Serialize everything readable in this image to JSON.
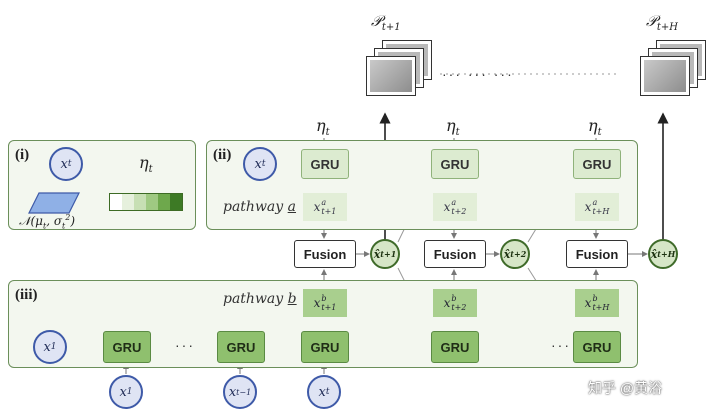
{
  "predictions": {
    "first_label": "𝒫",
    "first_sub": "t+1",
    "last_label": "𝒫",
    "last_sub": "t+H",
    "ellipsis": "··· ··· ···"
  },
  "eta_labels": {
    "a1": "η",
    "a2": "η",
    "a3": "η",
    "sub": "t"
  },
  "panel_i": {
    "label": "(i)",
    "x_node": "x",
    "x_sub": "t",
    "eta": "η",
    "eta_sub": "t",
    "dist": "𝒩(μ",
    "dist_sub": "t",
    "dist_rest": ", σ",
    "dist_sub2": "t",
    "dist_sup": "2",
    "dist_close": ")",
    "bar_colors": [
      "#ffffff",
      "#e6f0dd",
      "#c7dfb4",
      "#9fc982",
      "#6ea84c",
      "#3d7a25"
    ]
  },
  "panel_ii": {
    "label": "(ii)",
    "x_node": "x",
    "x_sub": "t",
    "gru": [
      "GRU",
      "GRU",
      "GRU"
    ],
    "pathway": "pathway",
    "pathway_letter": "a",
    "xa": [
      {
        "base": "x",
        "sup": "a",
        "sub": "t+1"
      },
      {
        "base": "x",
        "sup": "a",
        "sub": "t+2"
      },
      {
        "base": "x",
        "sup": "a",
        "sub": "t+H"
      }
    ]
  },
  "fusion": {
    "labels": [
      "Fusion",
      "Fusion",
      "Fusion"
    ],
    "outputs": [
      {
        "base": "x̂",
        "sub": "t+1"
      },
      {
        "base": "x̂",
        "sub": "t+2"
      },
      {
        "base": "x̂",
        "sub": "t+H"
      }
    ]
  },
  "panel_iii": {
    "label": "(iii)",
    "pathway": "pathway",
    "pathway_letter": "b",
    "x_node": "x",
    "x_sub": "1",
    "gru": [
      "GRU",
      "GRU",
      "GRU",
      "GRU",
      "GRU"
    ],
    "ellipsis": "···",
    "xb": [
      {
        "base": "x",
        "sup": "b",
        "sub": "t+1"
      },
      {
        "base": "x",
        "sup": "b",
        "sub": "t+2"
      },
      {
        "base": "x",
        "sup": "b",
        "sub": "t+H"
      }
    ]
  },
  "inputs": [
    {
      "base": "x",
      "sub": "1"
    },
    {
      "base": "x",
      "sub": "t−1"
    },
    {
      "base": "x",
      "sub": "t"
    }
  ],
  "watermark": "知乎 @黄浴"
}
